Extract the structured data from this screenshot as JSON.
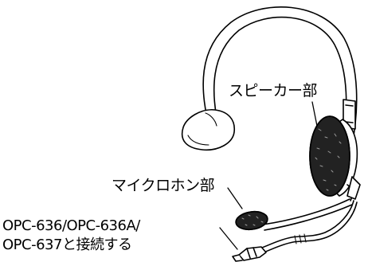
{
  "labels": {
    "speaker": "スピーカー部",
    "microphone": "マイクロホン部",
    "connector_line1": "OPC-636/OPC-636A/",
    "connector_line2": "OPC-637と接続する"
  },
  "colors": {
    "line": "#000000",
    "fill": "#ffffff",
    "foam": "#222222"
  }
}
